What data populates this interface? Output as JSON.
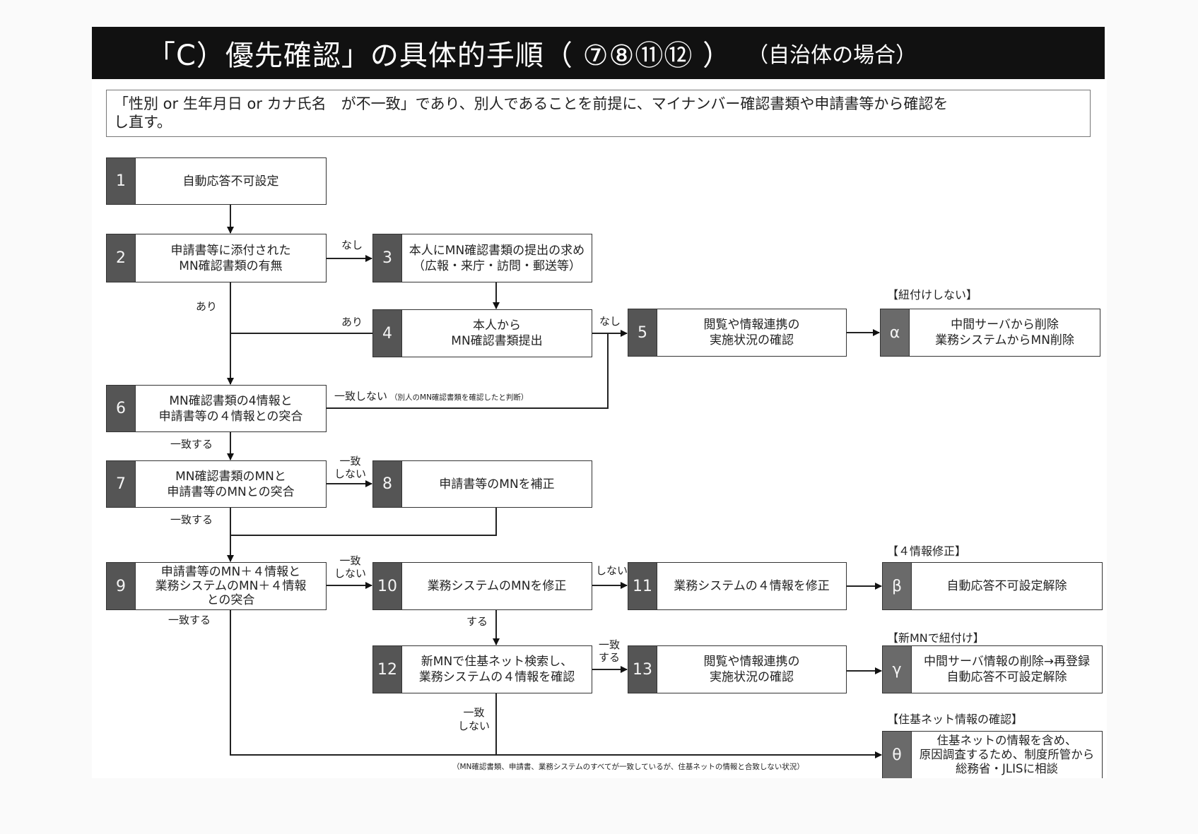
{
  "header": {
    "title": "「C）優先確認」の具体的手順（ ⑦⑧⑪⑫ ）",
    "subtitle": "（自治体の場合）"
  },
  "description": {
    "line1": "「性別 or 生年月日 or カナ氏名　が不一致」であり、別人であることを前提に、マイナンバー確認書類や申請書等から確認を",
    "line2": "し直す。"
  },
  "steps": [
    {
      "id": "1",
      "lines": [
        "自動応答不可設定"
      ]
    },
    {
      "id": "2",
      "lines": [
        "申請書等に添付された",
        "MN確認書類の有無"
      ]
    },
    {
      "id": "3",
      "lines": [
        "本人にMN確認書類の提出の求め",
        "（広報・来庁・訪問・郵送等）"
      ]
    },
    {
      "id": "4",
      "lines": [
        "本人から",
        "MN確認書類提出"
      ]
    },
    {
      "id": "5",
      "lines": [
        "閲覧や情報連携の",
        "実施状況の確認"
      ]
    },
    {
      "id": "6",
      "lines": [
        "MN確認書類の4情報と",
        "申請書等の４情報との突合"
      ]
    },
    {
      "id": "7",
      "lines": [
        "MN確認書類のMNと",
        "申請書等のMNとの突合"
      ]
    },
    {
      "id": "8",
      "lines": [
        "申請書等のMNを補正"
      ]
    },
    {
      "id": "9",
      "lines": [
        "申請書等のMN＋４情報と",
        "業務システムのMN＋４情報",
        "との突合"
      ]
    },
    {
      "id": "10",
      "lines": [
        "業務システムのMNを修正"
      ]
    },
    {
      "id": "11",
      "lines": [
        "業務システムの４情報を修正"
      ]
    },
    {
      "id": "12",
      "lines": [
        "新MNで住基ネット検索し、",
        "業務システムの４情報を確認"
      ]
    },
    {
      "id": "13",
      "lines": [
        "閲覧や情報連携の",
        "実施状況の確認"
      ]
    }
  ],
  "outcomes": [
    {
      "id": "α",
      "tag": "【紐付けしない】",
      "lines": [
        "中間サーバから削除",
        "業務システムからMN削除"
      ]
    },
    {
      "id": "β",
      "tag": "【４情報修正】",
      "lines": [
        "自動応答不可設定解除"
      ]
    },
    {
      "id": "γ",
      "tag": "【新MNで紐付け】",
      "lines": [
        "中間サーバ情報の削除→再登録",
        "自動応答不可設定解除"
      ]
    },
    {
      "id": "θ",
      "tag": "【住基ネット情報の確認】",
      "lines": [
        "住基ネットの情報を含め、",
        "原因調査するため、制度所管から",
        "総務省・JLISに相談"
      ]
    }
  ],
  "edge_labels": {
    "e2_3": "なし",
    "e2_down": "あり",
    "e4_left": "あり",
    "e4_5": "なし",
    "e6_no": "一致しない",
    "e6_no_note": "（別人のMN確認書類を確認したと判断）",
    "e6_yes": "一致する",
    "e7_no_1": "一致",
    "e7_no_2": "しない",
    "e7_yes": "一致する",
    "e9_no_1": "一致",
    "e9_no_2": "しない",
    "e9_yes": "一致する",
    "e10_no": "しない",
    "e10_yes": "する",
    "e12_yes_1": "一致",
    "e12_yes_2": "する",
    "e12_no_1": "一致",
    "e12_no_2": "しない",
    "bottom_note": "（MN確認書類、申請書、業務システムのすべてが一致しているが、住基ネットの情報と合致しない状況）"
  }
}
